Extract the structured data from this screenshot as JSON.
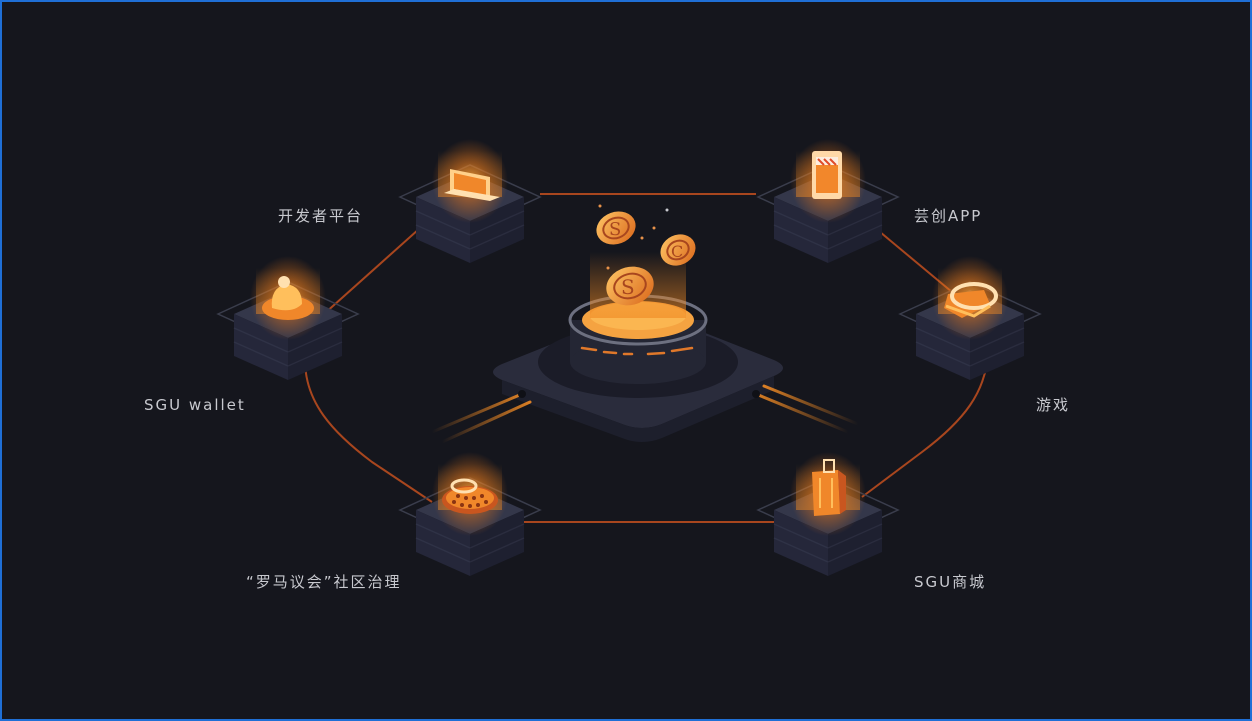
{
  "nodes": {
    "developer_platform": "开发者平台",
    "yunchuang_app": "芸创APP",
    "wallet": "SGU wallet",
    "game": "游戏",
    "governance": "“罗马议会”社区治理",
    "mall": "SGU商城"
  },
  "colors": {
    "background": "#15161d",
    "frame_border": "#1f6fd6",
    "accent_orange": "#f08a24",
    "link_line": "#a8461e",
    "label_text": "#c8c9cf"
  },
  "icons": {
    "developer_platform": "laptop-icon",
    "yunchuang_app": "phone-icon",
    "wallet": "money-bag-icon",
    "game": "vr-headset-icon",
    "governance": "colosseum-icon",
    "mall": "shopping-bag-icon",
    "center": "coin-stack-icon"
  }
}
